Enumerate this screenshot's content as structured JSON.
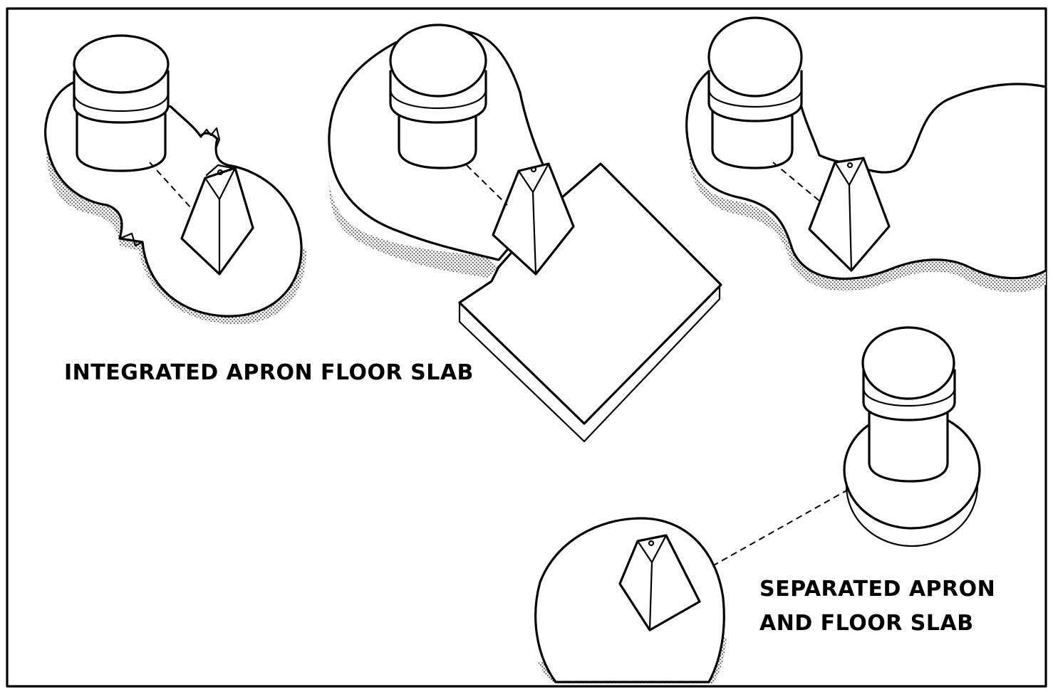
{
  "labels": {
    "integrated": "INTEGRATED APRON FLOOR SLAB",
    "separated_line1": "SEPARATED APRON",
    "separated_line2": "AND FLOOR SLAB"
  },
  "colors": {
    "ink": "#000000",
    "paper": "#ffffff",
    "hatch": "#7a7a7a"
  }
}
